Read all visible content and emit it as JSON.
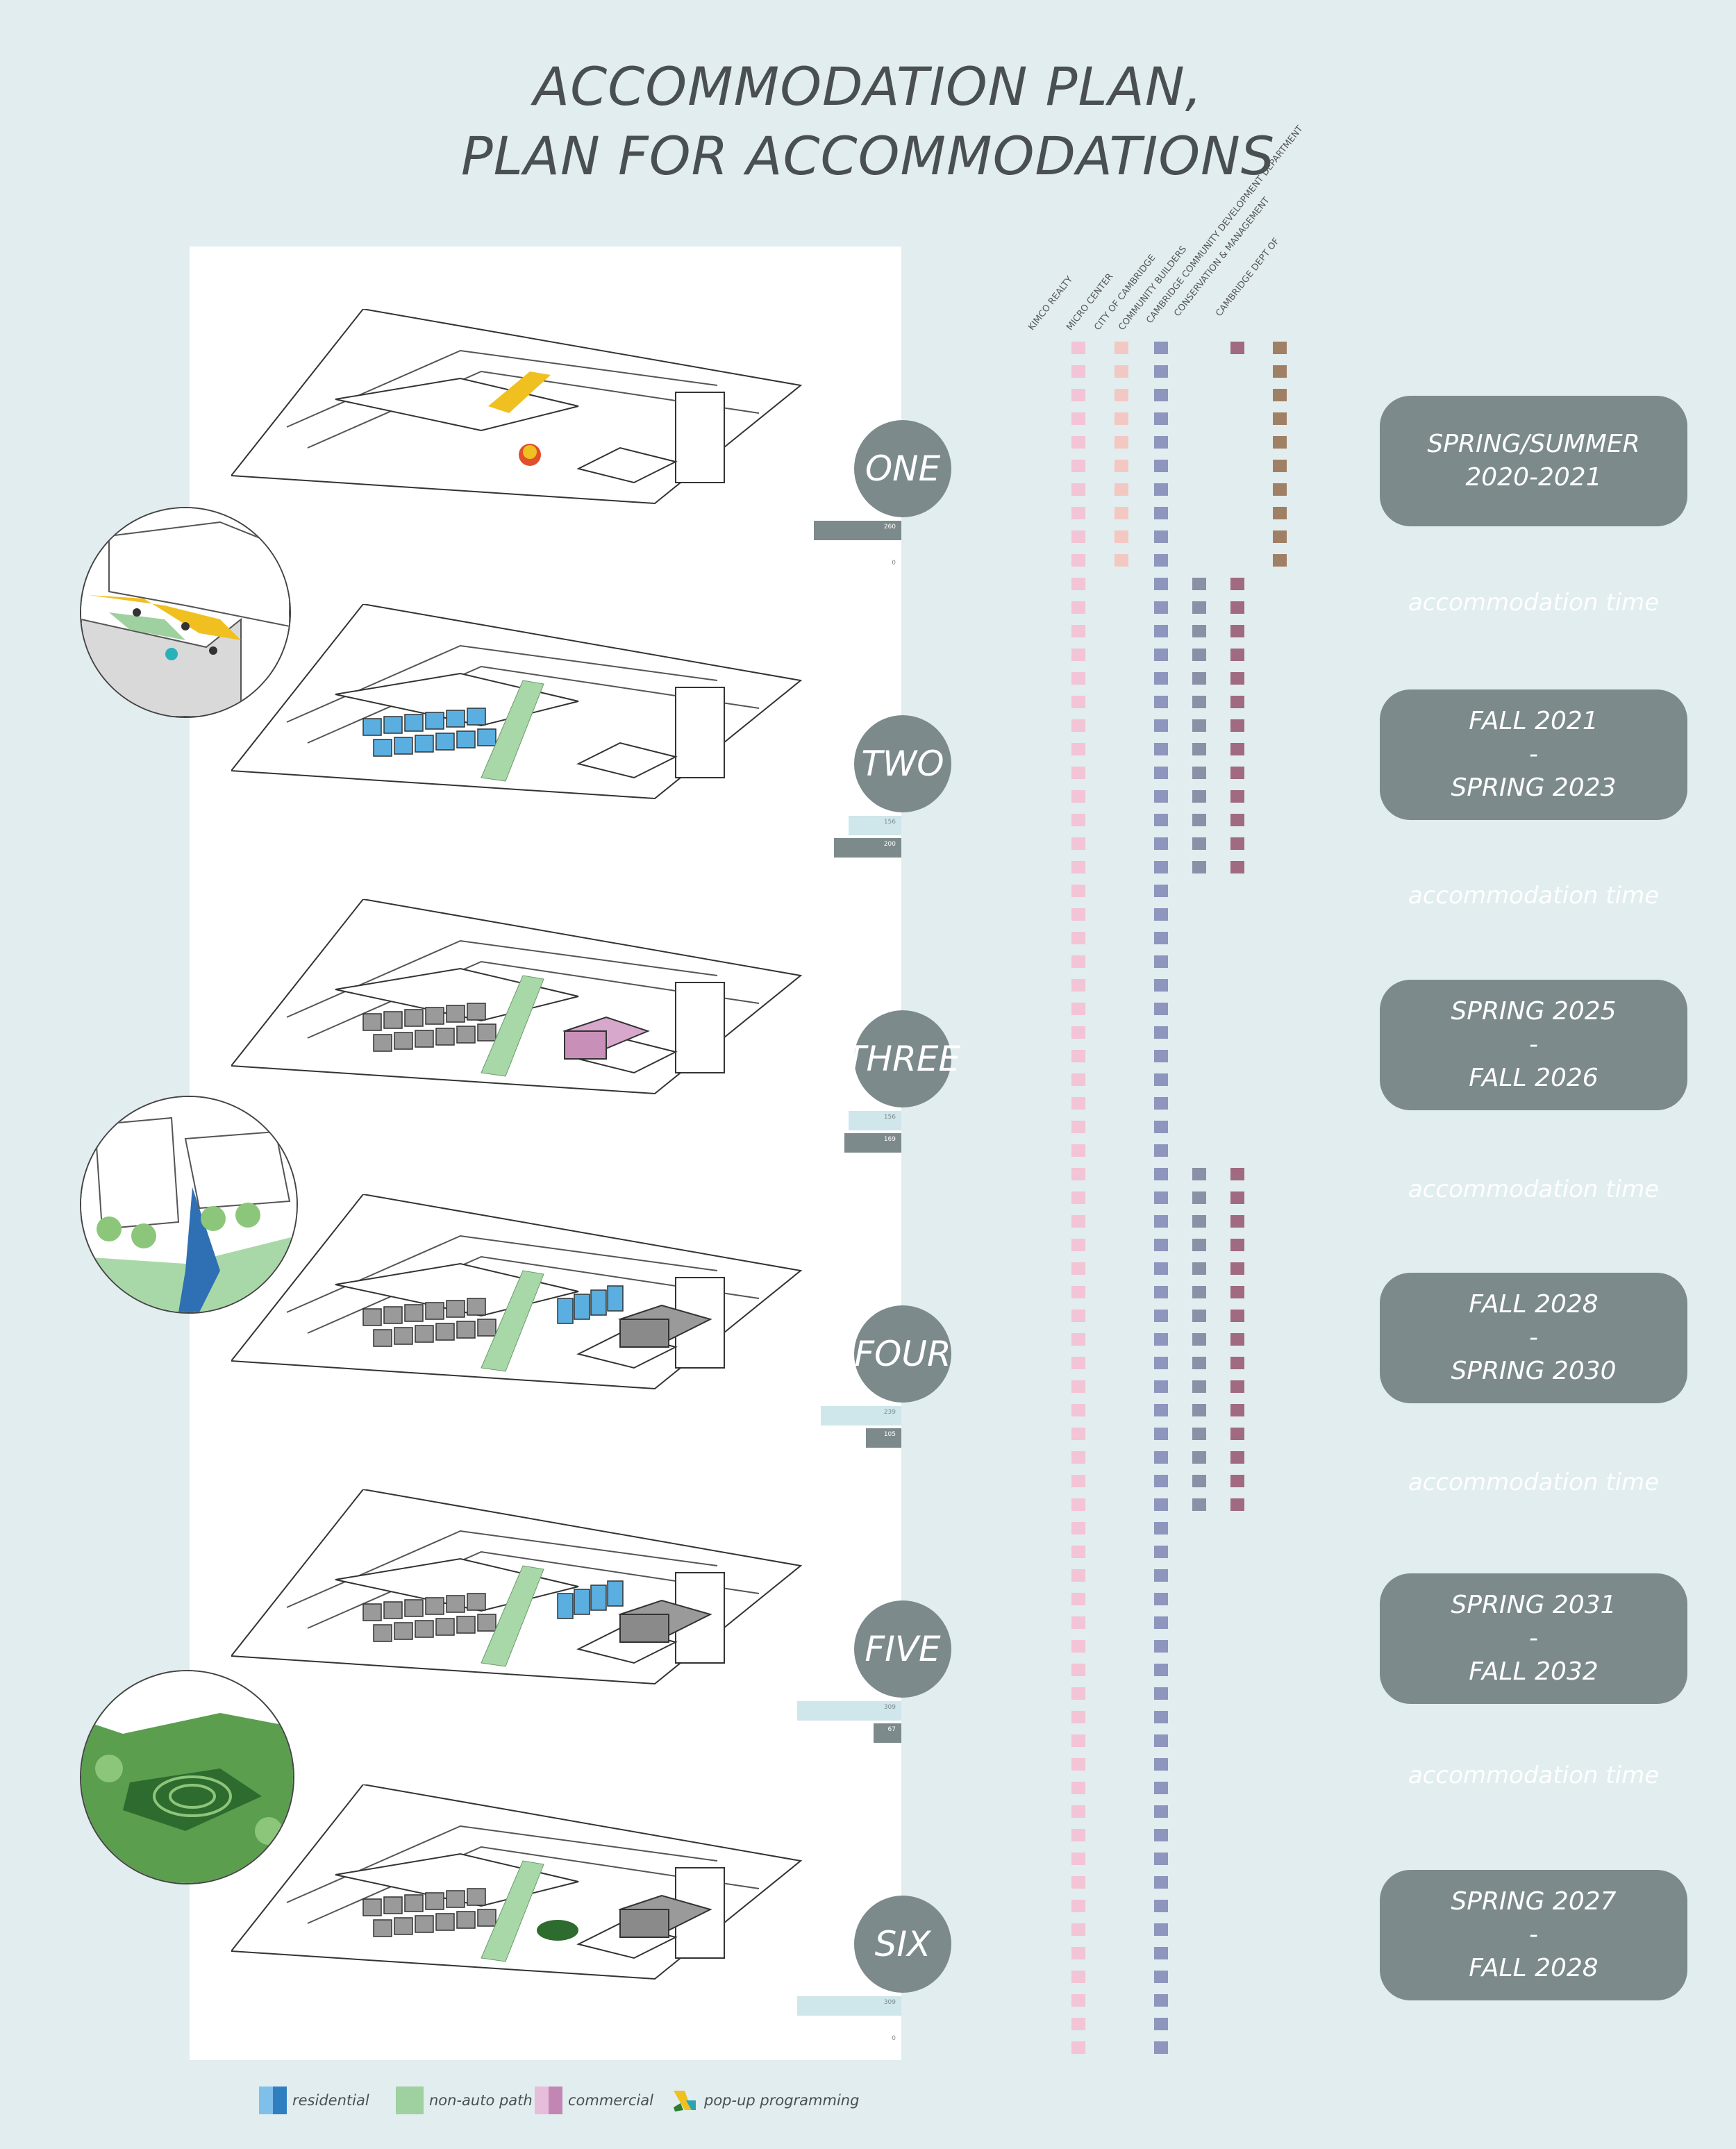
{
  "title": {
    "line1": "ACCOMMODATION PLAN,",
    "line2": "PLAN FOR ACCOMMODATIONS"
  },
  "stakeholders": [
    {
      "name": "KIMCO REALTY",
      "color": "#f2c4d6",
      "segments": [
        [
          0,
          2560
        ]
      ]
    },
    {
      "name": "MICRO CENTER",
      "color": "#f4c8c2",
      "segments": [
        [
          0,
          330
        ]
      ]
    },
    {
      "name": "CITY OF CAMBRIDGE",
      "color": "#8e96bd",
      "segments": [
        [
          0,
          2560
        ]
      ]
    },
    {
      "name": "COMMUNITY BUILDERS",
      "color": "#8a90a6",
      "segments": [
        [
          340,
          755
        ],
        [
          1190,
          1690
        ]
      ]
    },
    {
      "name": "CAMBRIDGE COMMUNITY DEVELOPMENT DEPARTMENT",
      "color": "#a06a80",
      "segments": [
        [
          0,
          20
        ],
        [
          340,
          755
        ],
        [
          1190,
          1690
        ]
      ]
    },
    {
      "name": "CONSERVATION & MANAGEMENT",
      "color": "#a08064",
      "segments": [
        [
          0,
          330
        ]
      ]
    },
    {
      "name": "CAMBRIDGE DEPT OF",
      "color": "#a08064",
      "segments": []
    }
  ],
  "phases": [
    {
      "label": "ONE",
      "period": [
        "SPRING/SUMMER",
        "2020-2021"
      ],
      "stats": [
        {
          "value": "260",
          "tone": "dark"
        },
        {
          "value": "0",
          "tone": "none"
        }
      ]
    },
    {
      "label": "TWO",
      "period": [
        "FALL 2021",
        "-",
        "SPRING 2023"
      ],
      "stats": [
        {
          "value": "156",
          "tone": "light"
        },
        {
          "value": "200",
          "tone": "dark"
        }
      ]
    },
    {
      "label": "THREE",
      "period": [
        "SPRING 2025",
        "-",
        "FALL 2026"
      ],
      "stats": [
        {
          "value": "156",
          "tone": "light"
        },
        {
          "value": "169",
          "tone": "dark"
        }
      ]
    },
    {
      "label": "FOUR",
      "period": [
        "FALL 2028",
        "-",
        "SPRING 2030"
      ],
      "stats": [
        {
          "value": "239",
          "tone": "light"
        },
        {
          "value": "105",
          "tone": "dark"
        }
      ]
    },
    {
      "label": "FIVE",
      "period": [
        "SPRING 2031",
        "-",
        "FALL 2032"
      ],
      "stats": [
        {
          "value": "309",
          "tone": "light"
        },
        {
          "value": "67",
          "tone": "dark"
        }
      ]
    },
    {
      "label": "SIX",
      "period": [
        "SPRING 2027",
        "-",
        "FALL 2028"
      ],
      "stats": [
        {
          "value": "309",
          "tone": "light"
        },
        {
          "value": "0",
          "tone": "none"
        }
      ]
    }
  ],
  "accommodation_label": "accommodation time",
  "legend": [
    {
      "label": "residential",
      "color": "#4a9fd8",
      "icon": "residential-swatch"
    },
    {
      "label": "non-auto path",
      "color": "#9fd09f",
      "icon": "path-swatch"
    },
    {
      "label": "commercial",
      "color": "#d6a8c8",
      "icon": "commercial-swatch"
    },
    {
      "label": "pop-up programming",
      "color": "#f0c020",
      "icon": "popup-icon"
    }
  ],
  "colors": {
    "background": "#e1edef",
    "phase_gray": "#7c8a8c",
    "residential": "#4a9fd8",
    "commercial": "#d8a8cc",
    "green": "#9fd09f"
  }
}
